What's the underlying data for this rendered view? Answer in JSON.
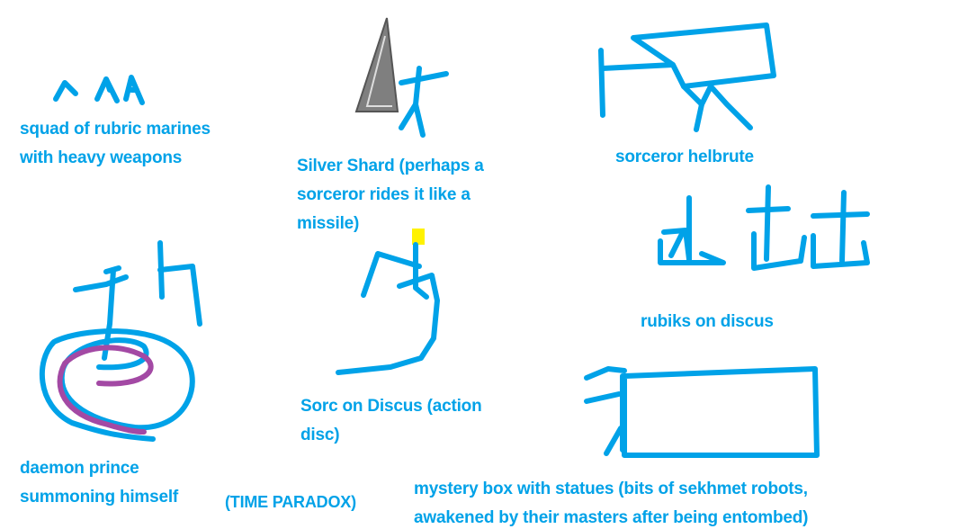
{
  "colors": {
    "ink": "#00a2e8",
    "purple": "#a349a4",
    "yellow": "#fff200",
    "gray": "#7f7f7f"
  },
  "labels": {
    "rubric_squad": [
      "squad of rubric marines",
      "with heavy weapons"
    ],
    "silver_shard": [
      "Silver Shard (perhaps a",
      "sorceror rides it like a",
      "missile)"
    ],
    "helbrute": [
      "sorceror helbrute"
    ],
    "rubiks": [
      "rubiks on discus"
    ],
    "daemon_prince": [
      "daemon prince",
      "summoning himself"
    ],
    "time_paradox": "(TIME PARADOX)",
    "sorc_discus": [
      "Sorc on Discus (action",
      "disc)"
    ],
    "mystery_box": [
      "mystery box with statues (bits of sekhmet robots,",
      "awakened by their masters after being entombed)"
    ]
  }
}
